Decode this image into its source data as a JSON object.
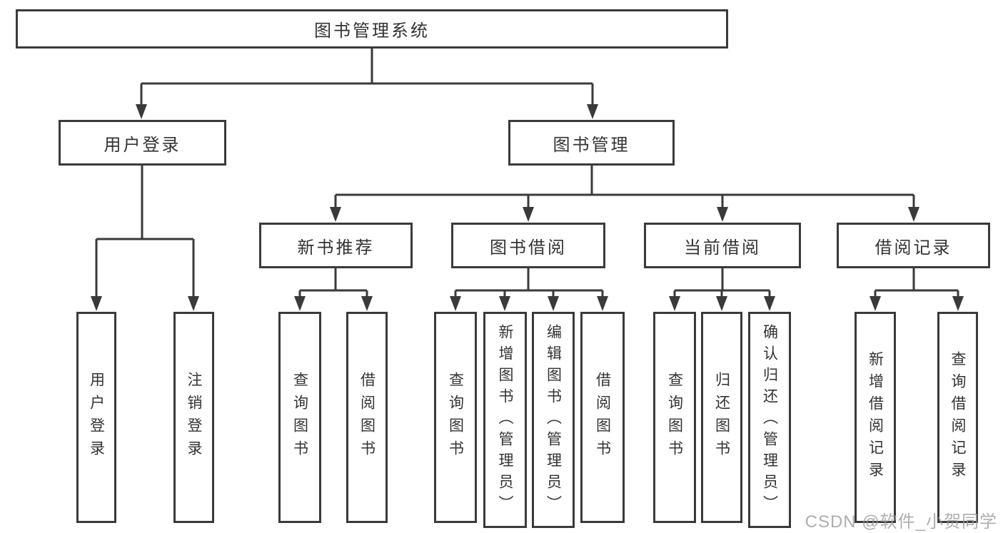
{
  "tree": {
    "root": "图书管理系统",
    "branches": [
      {
        "label": "用户登录",
        "leaves": [
          "用户登录",
          "注销登录"
        ]
      },
      {
        "label": "图书管理",
        "sections": [
          {
            "label": "新书推荐",
            "leaves": [
              "查询图书",
              "借阅图书"
            ]
          },
          {
            "label": "图书借阅",
            "leaves": [
              "查询图书",
              "新增图书（管理员）",
              "编辑图书（管理员）",
              "借阅图书"
            ]
          },
          {
            "label": "当前借阅",
            "leaves": [
              "查询图书",
              "归还图书",
              "确认归还（管理员）"
            ]
          },
          {
            "label": "借阅记录",
            "leaves": [
              "新增借阅记录",
              "查询借阅记录"
            ]
          }
        ]
      }
    ]
  },
  "watermark": "CSDN @软件_小贺同学",
  "colors": {
    "line": "#3a3a3a",
    "text": "#333333",
    "background": "#ffffff",
    "watermark": "#9b9b9b"
  }
}
